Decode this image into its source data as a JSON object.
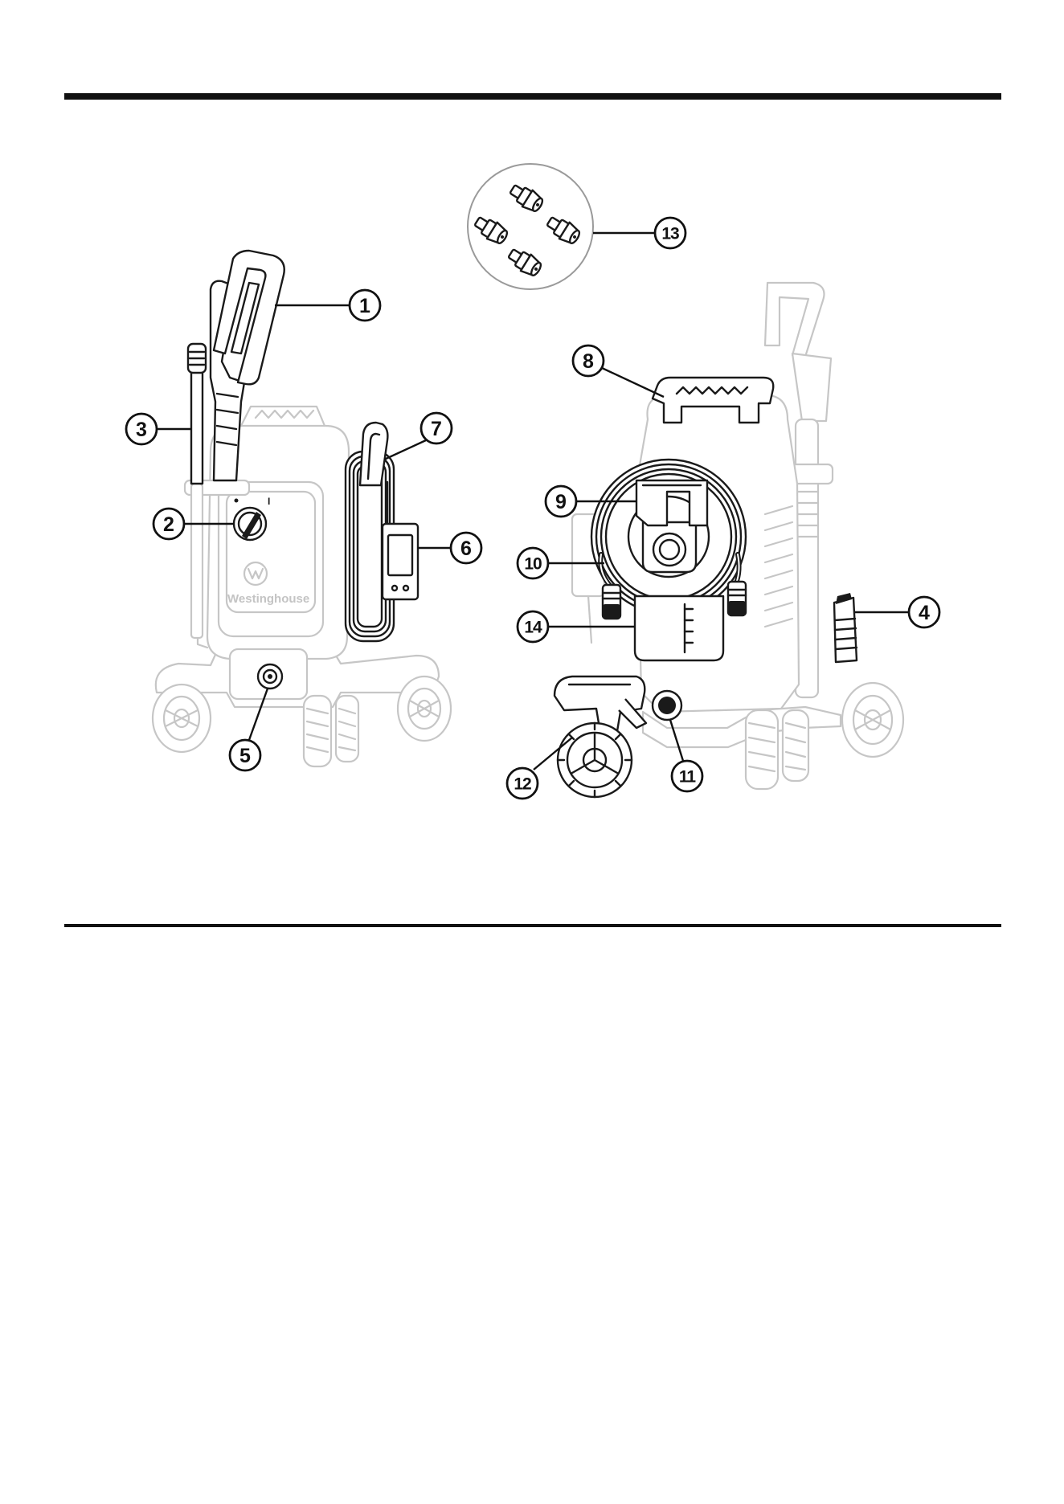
{
  "callouts": {
    "n1": "1",
    "n2": "2",
    "n3": "3",
    "n4": "4",
    "n5": "5",
    "n6": "6",
    "n7": "7",
    "n8": "8",
    "n9": "9",
    "n10": "10",
    "n11": "11",
    "n12": "12",
    "n13": "13",
    "n14": "14"
  },
  "labels": {
    "brand": "Westinghouse",
    "switch_on_mark": "I"
  },
  "colors": {
    "ink": "#111111",
    "faded_parts": "#c6c6c6",
    "background": "#ffffff"
  }
}
